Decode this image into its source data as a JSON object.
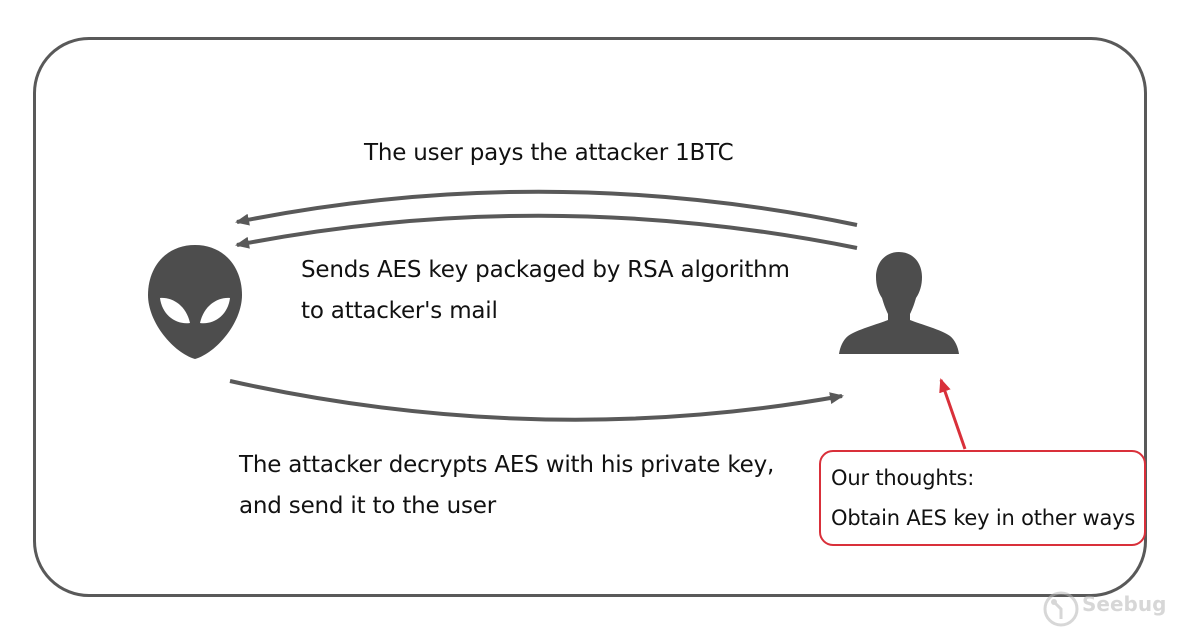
{
  "diagram": {
    "top_label": "The user pays the attacker 1BTC",
    "middle_label_line1": "Sends AES key packaged by RSA algorithm",
    "middle_label_line2": "to attacker's mail",
    "bottom_label_line1": "The attacker decrypts AES with his private key,",
    "bottom_label_line2": "and send it to the user",
    "thoughts_line1": "Our thoughts:",
    "thoughts_line2": "Obtain AES key in other ways"
  },
  "nodes": {
    "attacker_icon": "alien-icon",
    "user_icon": "user-silhouette-icon"
  },
  "watermark": {
    "text": "Seebug",
    "icon": "seebug-logo-icon"
  },
  "colors": {
    "frame": "#595959",
    "arrow": "#595959",
    "icon": "#4d4d4d",
    "highlight": "#d9303a",
    "watermark": "#b8b8b8"
  }
}
